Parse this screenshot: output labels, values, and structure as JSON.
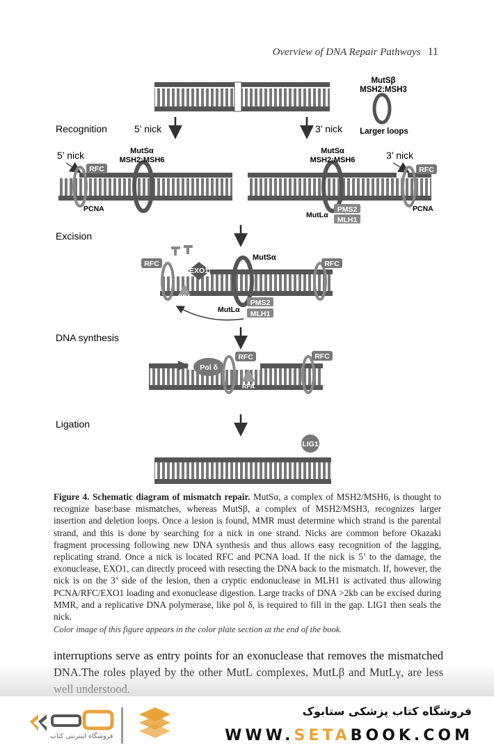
{
  "header": {
    "running_title": "Overview of DNA Repair Pathways",
    "page_number": "11"
  },
  "figure": {
    "step_labels": [
      "Recognition",
      "Excision",
      "DNA synthesis",
      "Ligation"
    ],
    "nick_5_arrow": "5’ nick",
    "nick_3_arrow": "3’ nick",
    "nick_5_side": "5’ nick",
    "nick_3_side": "3’ nick",
    "mutsb_line1": "MutSβ",
    "mutsb_line2": "MSH2:MSH3",
    "larger_loops": "Larger loops",
    "mutsa_line1": "MutSα",
    "mutsa_line2": "MSH2:MSH6",
    "mutsa": "MutSα",
    "mutla": "MutLα",
    "rfc": "RFC",
    "pcna": "PCNA",
    "pms2": "PMS2",
    "mlh1": "MLH1",
    "exo1": "EXO1",
    "rpa": "RPA",
    "pol": "Pol δ",
    "lig1": "LIG1"
  },
  "caption": {
    "label": "Figure 4. Schematic diagram of mismatch repair.",
    "text": "MutSα, a complex of MSH2/MSH6, is thought to recognize base:base mismatches, whereas MutSβ, a complex of MSH2/MSH3, recognizes larger insertion and deletion loops. Once a lesion is found, MMR must determine which strand is the parental strand, and this is done by searching for a nick in one strand. Nicks are common before Okazaki fragment processing following new DNA synthesis and thus allows easy recognition of the lagging, replicating strand. Once a nick is located RFC and PCNA load. If the nick is 5’ to the damage, the exonuclease, EXO1, can directly proceed with resecting the DNA back to the mismatch. If, however, the nick is on the 3’ side of the lesion, then a cryptic endonuclease in MLH1 is activated thus allowing PCNA/RFC/EXO1 loading and exonuclease digestion. Large tracks of DNA >2kb can be excised during MMR, and a replicative DNA polymerase, like pol δ, is required to fill in the gap. LIG1 then seals the nick."
  },
  "color_note": "Color image of this figure appears in the color plate section at the end of the book.",
  "body_text": "interruptions serve as entry points for an exonuclease that removes the mismatched DNA.The roles played by the other MutL complexes, MutLβ and MutLγ, are less well understood.",
  "banner": {
    "persian_title": "فروشگاه کتاب پزشکی ستابوک",
    "url_prefix": "WWW.",
    "url_brand": "SETA",
    "url_suffix": "BOOK.COM",
    "logo_subtitle": "فروشگاه اینترنتی کتاب",
    "brand_color": "#e8a33a"
  }
}
